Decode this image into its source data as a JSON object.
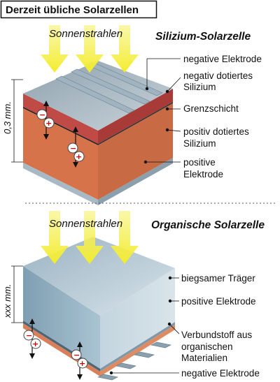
{
  "header": {
    "title": "Derzeit übliche Solarzellen"
  },
  "silicon": {
    "title": "Silizium-Solarzelle",
    "sun_label": "Sonnenstrahlen",
    "thickness": "0,3 mm.",
    "labels": {
      "neg_electrode": "negative Elektrode",
      "neg_doped_1": "negativ dotiertes",
      "neg_doped_2": "Silizium",
      "boundary": "Grenzschicht",
      "pos_doped_1": "positiv dotiertes",
      "pos_doped_2": "Silizium",
      "pos_electrode_1": "positive",
      "pos_electrode_2": "Elektrode"
    }
  },
  "organic": {
    "title": "Organische Solarzelle",
    "sun_label": "Sonnenstrahlen",
    "thickness": "xxx mm.",
    "labels": {
      "carrier": "biegsamer Träger",
      "pos_electrode": "positive Elektrode",
      "composite_1": "Verbundstoff aus",
      "composite_2": "organischen",
      "composite_3": "Materialien",
      "neg_electrode": "negative Elektrode"
    }
  },
  "colors": {
    "sun_arrow": "#f4ef3c",
    "silicon_red_top": "#c8554e",
    "silicon_orange": "#d9744c",
    "electrode_gray": "#9cb1bf",
    "organic_blue": "#8fb0c2",
    "organic_orange": "#dd8a62"
  }
}
